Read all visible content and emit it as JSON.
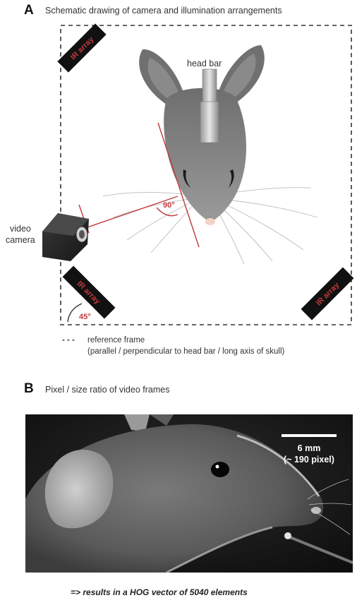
{
  "panel_a": {
    "letter": "A",
    "title": "Schematic drawing of camera and illumination arrangements",
    "labels": {
      "head_bar": "head bar",
      "video_camera_line1": "video",
      "video_camera_line2": "camera",
      "ir_array": "IR array",
      "angle_90": "90°",
      "angle_45": "45°"
    },
    "legend": {
      "symbol": "- - -",
      "line1": "reference frame",
      "line2": "(parallel / perpendicular to head bar / long axis of skull)"
    },
    "colors": {
      "accent_red": "#c0393b",
      "mouse_gray": "#7a7a7a",
      "ir_bar": "#111111"
    }
  },
  "panel_b": {
    "letter": "B",
    "title": "Pixel / size ratio of video frames",
    "scale_bar": {
      "line1": "6 mm",
      "line2": "(~ 190 pixel)"
    },
    "caption": "=> results in a HOG vector of 5040 elements"
  }
}
